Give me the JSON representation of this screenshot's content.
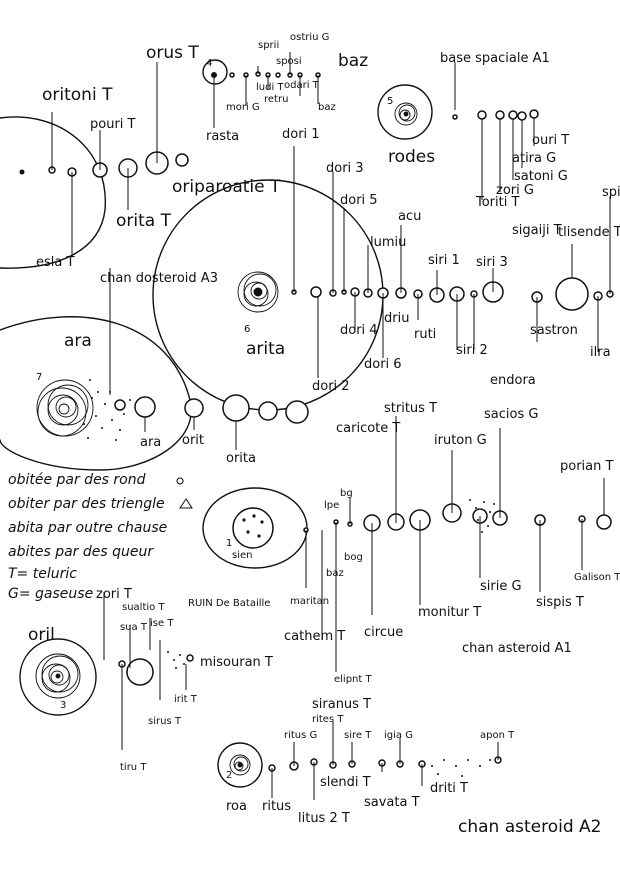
{
  "labels": {
    "oritoni": "oritoni T",
    "pouri": "pouri T",
    "orus": "orus T",
    "orita": "orita T",
    "esla": "esla T",
    "oriparoatie": "oriparoatie T",
    "rasta": "rasta",
    "mori": "mori G",
    "ostriu": "ostriu G",
    "sprii": "sprii",
    "sposi": "sposi",
    "ludi": "ludi T",
    "odari": "odari T",
    "retru": "retru",
    "baz1": "baz",
    "baz2": "baz",
    "dori1": "dori 1",
    "base_spaciale": "base spaciale A1",
    "rodes": "rodes",
    "ouri": "ouri T",
    "atira": "atira G",
    "satoni": "satoni G",
    "zori": "zori G",
    "toriti": "Toriti T",
    "dori3": "dori 3",
    "dori5": "dori 5",
    "acu": "acu",
    "sigaiji": "sigaiji T",
    "tlisende": "tlisende T",
    "spi": "spi",
    "lumiu": "lumiu",
    "siri1": "siri 1",
    "siri3": "siri 3",
    "chan_a3": "chan dosteroid A3",
    "arita": "arita",
    "dori4": "dori 4",
    "driu": "driu",
    "ruti": "ruti",
    "siri2": "siri 2",
    "sastron": "sastron",
    "ilra": "ilra",
    "dori6": "dori 6",
    "dori2": "dori 2",
    "endora": "endora",
    "ara1": "ara",
    "ara2": "ara",
    "orit": "orit",
    "orita2": "orita",
    "stritus": "stritus T",
    "caricote": "caricote T",
    "sacios": "sacios G",
    "iruton": "iruton G",
    "porian": "porian T",
    "sien": "sien",
    "bg": "bg",
    "lpe": "lpe",
    "bog": "bog",
    "baz3": "baz",
    "galison": "Galison T",
    "maritan": "maritan",
    "cathem": "cathem T",
    "circue": "circue",
    "monitur": "monitur T",
    "sirie": "sirie G",
    "sispis": "sispis T",
    "chan_a1": "chan asteroid A1",
    "oril": "oril",
    "zori2": "zori T",
    "sualtio": "sualtio T",
    "sua": "sua T",
    "ise": "ise T",
    "ruin": "RUIN De Bataille",
    "misouran": "misouran T",
    "irit": "irit T",
    "sirus": "sirus T",
    "tiru": "tiru T",
    "elipnt": "elipnt T",
    "siranus": "siranus T",
    "rites": "rites T",
    "ritusg": "ritus G",
    "sire": "sire T",
    "igia": "igia G",
    "apon": "apon T",
    "roa": "roa",
    "ritus": "ritus",
    "litus2": "litus 2 T",
    "slendi": "slendi T",
    "savata": "savata T",
    "driti": "driti T",
    "chan_a2": "chan asteroid A2"
  },
  "numbers": {
    "n4": "4",
    "n5": "5",
    "n6": "6",
    "n7": "7",
    "n1": "1",
    "n3": "3",
    "n2": "2"
  },
  "legend": {
    "line1": "obitée par des rond",
    "line2": "obiter par des triengle",
    "line3": "abita par outre chause",
    "line4": "abites par des queur",
    "line5": "T= teluric",
    "line6": "G= gaseuse"
  }
}
